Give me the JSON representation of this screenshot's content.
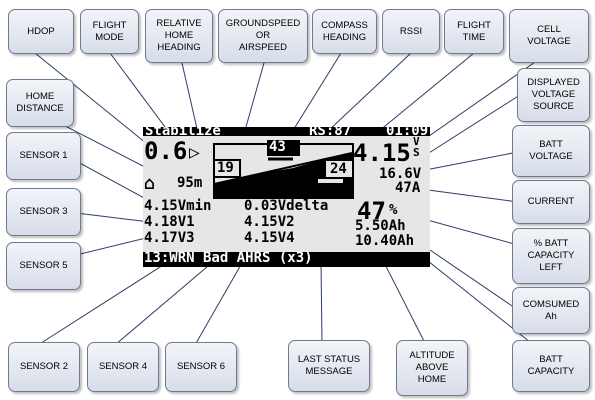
{
  "callouts": {
    "hdop": "HDOP",
    "flight_mode": "FLIGHT\nMODE",
    "relative_home_heading": "RELATIVE\nHOME\nHEADING",
    "groundspeed": "GROUNDSPEED\nOR\nAIRSPEED",
    "compass_heading": "COMPASS\nHEADING",
    "rssi": "RSSI",
    "flight_time": "FLIGHT\nTIME",
    "cell_voltage": "CELL\nVOLTAGE",
    "home_distance": "HOME\nDISTANCE",
    "displayed_voltage_source": "DISPLAYED\nVOLTAGE\nSOURCE",
    "sensor1": "SENSOR 1",
    "batt_voltage": "BATT\nVOLTAGE",
    "sensor3": "SENSOR 3",
    "current": "CURRENT",
    "sensor5": "SENSOR 5",
    "pct_batt_left": "% BATT\nCAPACITY\nLEFT",
    "consumed_ah": "COMSUMED\nAh",
    "sensor2": "SENSOR 2",
    "sensor4": "SENSOR 4",
    "sensor6": "SENSOR 6",
    "last_status": "LAST STATUS\nMESSAGE",
    "altitude": "ALTITUDE\nABOVE\nHOME",
    "batt_capacity": "BATT\nCAPACITY"
  },
  "osd": {
    "flight_mode": "Stabilize",
    "rssi": "RS:87",
    "flight_time": "01:09",
    "hdop": "0.6",
    "home_arrow": "▷",
    "groundspeed": "19",
    "compass": "43",
    "altitude": "24",
    "cell_voltage": "4.15",
    "voltage_source": "V\nS",
    "home_icon": "⌂",
    "home_distance": "95m",
    "batt_voltage": "16.6V",
    "current": "47A",
    "sensor1": "4.15Vmin",
    "delta": "0.03Vdelta",
    "batt_pct": "47",
    "batt_pct_unit": "%",
    "sensor3": "4.18V1",
    "sensor2": "4.15V2",
    "consumed": "5.50Ah",
    "sensor5": "4.17V3",
    "sensor4": "4.15V4",
    "capacity": "10.40Ah",
    "status": "13:WRN Bad AHRS (x3)"
  },
  "colors": {
    "callout_top": "#f2f4f8",
    "callout_bottom": "#d7dde9",
    "callout_border": "#6d7a91",
    "leader": "#2b3f66",
    "lcd_bg": "#e6e6e6",
    "lcd_bar": "#000000"
  }
}
